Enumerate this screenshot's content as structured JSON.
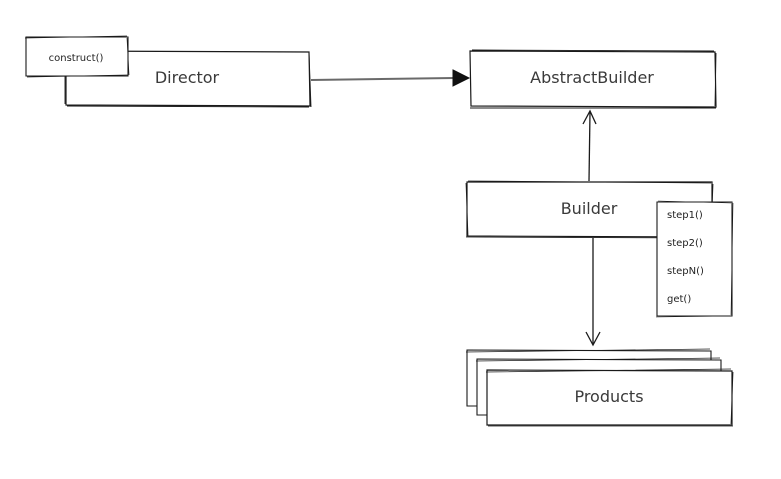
{
  "diagram": {
    "nodes": {
      "director": {
        "label": "Director",
        "method": "construct()"
      },
      "abstract_builder": {
        "label": "AbstractBuilder"
      },
      "builder": {
        "label": "Builder",
        "methods": [
          "step1()",
          "step2()",
          "stepN()",
          "get()"
        ]
      },
      "products": {
        "label": "Products"
      }
    },
    "edges": [
      {
        "from": "director",
        "to": "abstract_builder",
        "style": "filled-triangle"
      },
      {
        "from": "builder",
        "to": "abstract_builder",
        "style": "open-arrow"
      },
      {
        "from": "builder",
        "to": "products",
        "style": "open-arrow"
      }
    ],
    "colors": {
      "stroke": "#1a1a1a",
      "arrow_gray": "#6a6a6a",
      "text": "#3a3a3a",
      "background": "#ffffff"
    }
  }
}
